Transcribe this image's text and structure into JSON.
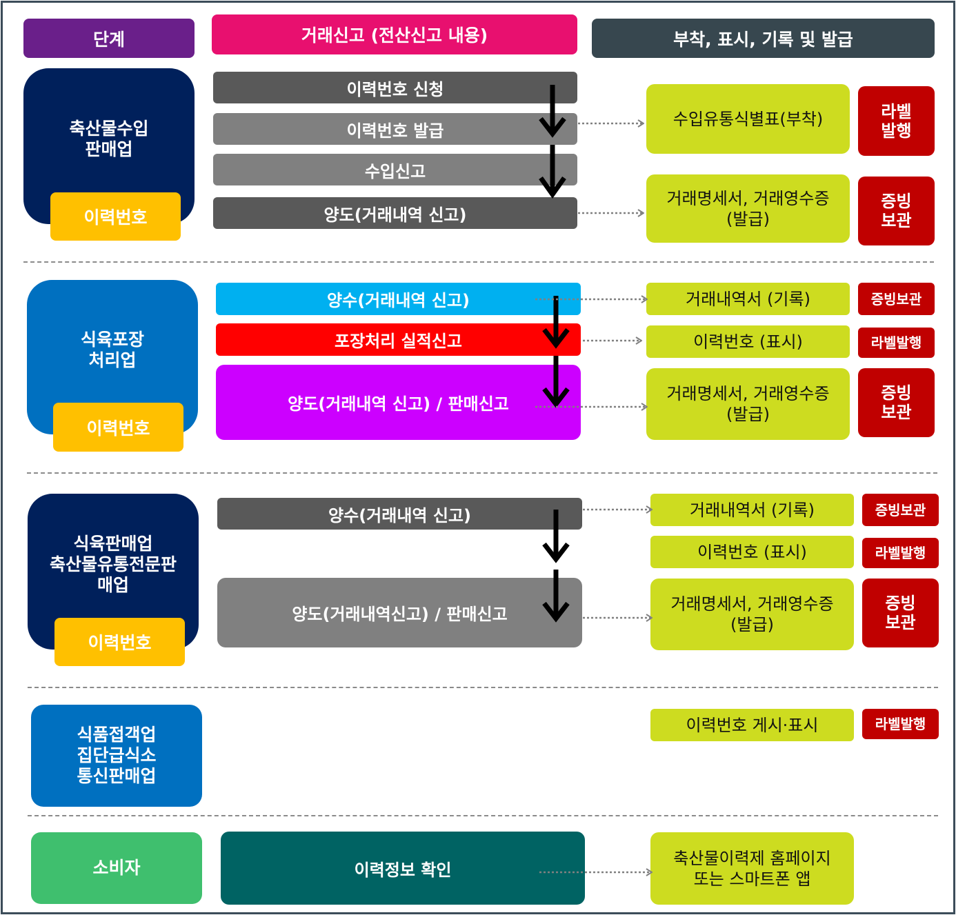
{
  "header": {
    "stage": "단계",
    "report": "거래신고 (전산신고 내용)",
    "attach": "부착, 표시, 기록 및 발급"
  },
  "sections": [
    {
      "stage": "축산물수입\n판매업",
      "history": "이력번호",
      "steps": [
        "이력번호 신청",
        "이력번호 발급",
        "수입신고",
        "양도(거래내역 신고)"
      ],
      "outputs": [
        "수입유통식별표(부착)",
        "거래명세서, 거래영수증\n(발급)"
      ],
      "tags": [
        "라벨\n발행",
        "증빙\n보관"
      ]
    },
    {
      "stage": "식육포장\n처리업",
      "history": "이력번호",
      "steps": [
        "양수(거래내역 신고)",
        "포장처리 실적신고",
        "양도(거래내역 신고) / 판매신고"
      ],
      "outputs": [
        "거래내역서 (기록)",
        "이력번호 (표시)",
        "거래명세서, 거래영수증\n(발급)"
      ],
      "tags": [
        "증빙보관",
        "라벨발행",
        "증빙\n보관"
      ]
    },
    {
      "stage": "식육판매업\n축산물유통전문판\n매업",
      "history": "이력번호",
      "steps": [
        "양수(거래내역 신고)",
        "양도(거래내역신고) / 판매신고"
      ],
      "outputs": [
        "거래내역서 (기록)",
        "이력번호 (표시)",
        "거래명세서, 거래영수증\n(발급)"
      ],
      "tags": [
        "증빙보관",
        "라벨발행",
        "증빙\n보관"
      ]
    },
    {
      "stage": "식품접객업\n집단급식소\n통신판매업",
      "outputs": [
        "이력번호 게시·표시"
      ],
      "tags": [
        "라벨발행"
      ]
    },
    {
      "stage": "소비자",
      "steps": [
        "이력정보 확인"
      ],
      "outputs": [
        "축산물이력제 홈페이지\n또는 스마트폰 앱"
      ]
    }
  ],
  "colors": {
    "stage_header": "#6a1f8a",
    "report_header": "#e8106f",
    "attach_header": "#37474f",
    "navy": "#00205b",
    "blue": "#0070c0",
    "green": "#3fbf6e",
    "teal": "#006363",
    "dark_gray": "#595959",
    "gray": "#808080",
    "cyan": "#00b0f0",
    "red": "#ff0000",
    "magenta": "#cc00ff",
    "lime": "#cddc20",
    "tag_red": "#c00000",
    "history_yellow": "#ffc000"
  }
}
